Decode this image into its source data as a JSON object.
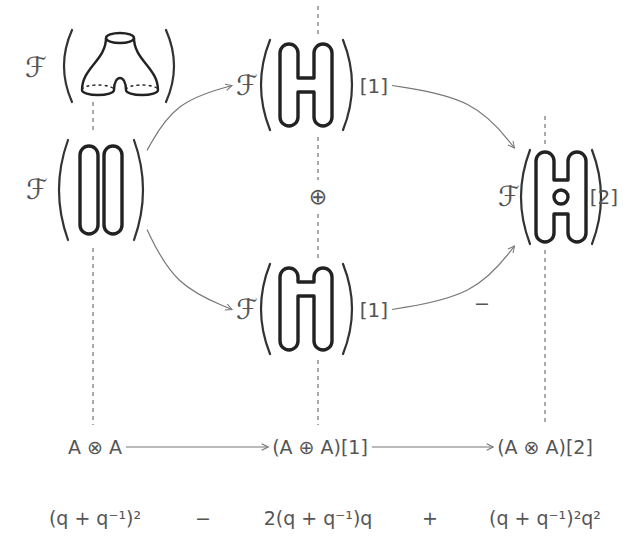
{
  "diagram": {
    "nodes": [
      {
        "text": [
          "ℱ"
        ]
      },
      {
        "text": [
          "ℱ",
          "[1]"
        ]
      },
      {
        "text": [
          "ℱ",
          "[1]"
        ]
      },
      {
        "text": [
          "ℱ",
          "[2]"
        ]
      },
      {
        "text": [
          "A ⊗ A"
        ]
      },
      {
        "text": [
          "(A ⊕ A)[1]"
        ]
      },
      {
        "text": [
          "(A ⊗ A)[2]"
        ]
      }
    ],
    "edges": [
      {
        "from": 0,
        "to": 1,
        "arrow": "to"
      },
      {
        "from": 0,
        "to": 2,
        "arrow": "to"
      },
      {
        "from": 1,
        "to": 3,
        "arrow": "to"
      },
      {
        "from": 2,
        "to": 3,
        "label": "−",
        "arrow": "to"
      },
      {
        "from": 4,
        "to": 5,
        "arrow": "to"
      },
      {
        "from": 5,
        "to": 6,
        "arrow": "to"
      }
    ],
    "labels": [
      "ℱ",
      "⊕",
      "(q + q⁻¹)²",
      "−",
      "2(q + q⁻¹)q",
      "+",
      "(q + q⁻¹)²q²"
    ]
  }
}
